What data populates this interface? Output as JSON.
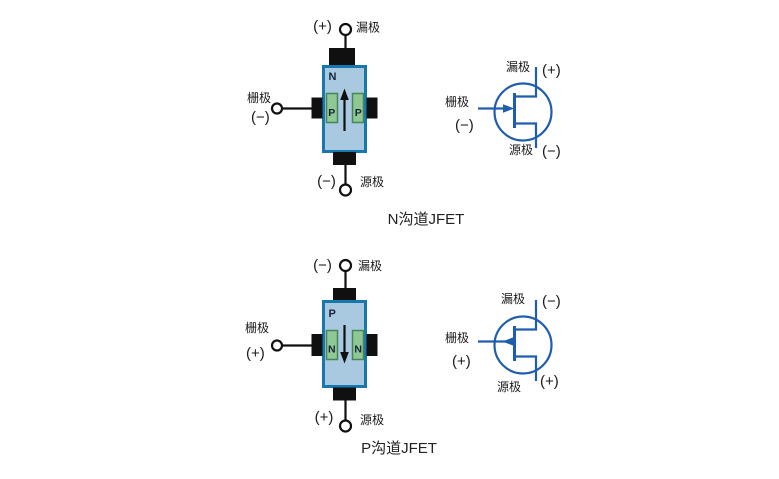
{
  "colors": {
    "contact_black": "#101010",
    "body_border_blue": "#1878ad",
    "body_fill_blue": "#a9c9e0",
    "gate_region_green": "#8fc795",
    "gate_region_border_green": "#46855a",
    "symbol_blue": "#1f5dad",
    "text_dark": "#1a1a1a"
  },
  "diagrams": [
    {
      "caption": "N沟道JFET",
      "structure": {
        "channel_label": "N",
        "region_label": "P",
        "drain_polarity": "(+)",
        "drain_label": "漏极",
        "gate_label": "栅极",
        "gate_polarity": "(−)",
        "source_polarity": "(−)",
        "source_label": "源极",
        "channel_arrow_direction": "up"
      },
      "symbol": {
        "drain_label": "漏极",
        "drain_polarity": "(+)",
        "gate_label": "栅极",
        "gate_polarity": "(−)",
        "source_label": "源极",
        "source_polarity": "(−)",
        "gate_arrow_direction": "in"
      }
    },
    {
      "caption": "P沟道JFET",
      "structure": {
        "channel_label": "P",
        "region_label": "N",
        "drain_polarity": "(−)",
        "drain_label": "漏极",
        "gate_label": "栅极",
        "gate_polarity": "(+)",
        "source_polarity": "(+)",
        "source_label": "源极",
        "channel_arrow_direction": "down"
      },
      "symbol": {
        "drain_label": "漏极",
        "drain_polarity": "(−)",
        "gate_label": "栅极",
        "gate_polarity": "(+)",
        "source_label": "源极",
        "source_polarity": "(+)",
        "gate_arrow_direction": "out"
      }
    }
  ]
}
